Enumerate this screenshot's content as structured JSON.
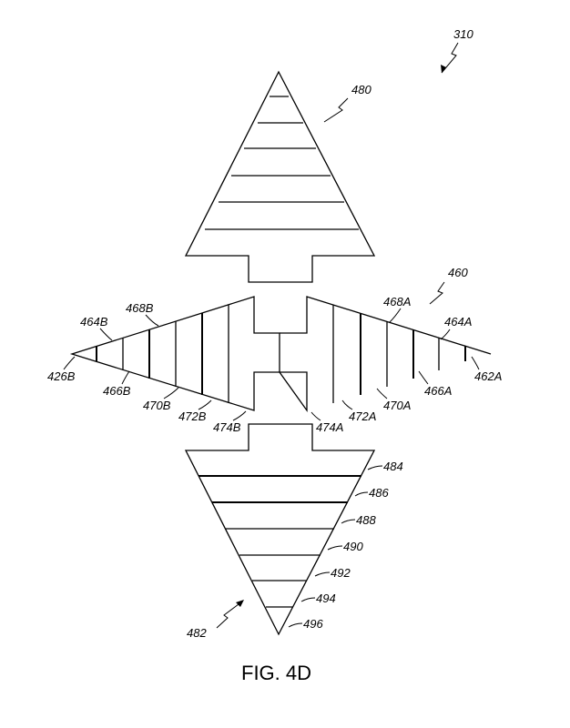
{
  "figure": {
    "caption": "FIG. 4D",
    "assembly_label": "310",
    "upper_piece": {
      "label": "480"
    },
    "middle_piece": {
      "label": "460"
    },
    "lower_piece": {
      "label": "482",
      "band_labels": [
        "484",
        "486",
        "488",
        "490",
        "492",
        "494",
        "496"
      ]
    },
    "left_wing": {
      "tip": "426B",
      "top_labels": [
        "464B",
        "468B"
      ],
      "bottom_labels": [
        "466B",
        "470B",
        "472B",
        "474B"
      ]
    },
    "right_wing": {
      "tip": "462A",
      "top_labels": [
        "468A",
        "464A"
      ],
      "bottom_labels": [
        "466A",
        "470A",
        "472A",
        "474A"
      ]
    }
  }
}
